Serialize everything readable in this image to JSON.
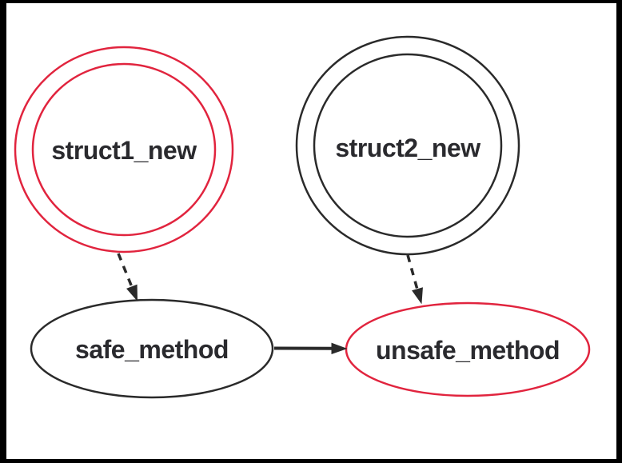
{
  "diagram": {
    "kind": "call-graph",
    "background": "#ffffff",
    "frame_color": "#000000",
    "colors": {
      "red": "#e1243e",
      "black": "#2a2a2a",
      "text": "#2a2a2e"
    },
    "nodes": [
      {
        "id": "struct1_new",
        "label": "struct1_new",
        "shape": "doublecircle",
        "stroke": "red"
      },
      {
        "id": "struct2_new",
        "label": "struct2_new",
        "shape": "doublecircle",
        "stroke": "black"
      },
      {
        "id": "safe_method",
        "label": "safe_method",
        "shape": "ellipse",
        "stroke": "black"
      },
      {
        "id": "unsafe_method",
        "label": "unsafe_method",
        "shape": "ellipse",
        "stroke": "red"
      }
    ],
    "edges": [
      {
        "from": "struct1_new",
        "to": "safe_method",
        "style": "dashed"
      },
      {
        "from": "struct2_new",
        "to": "unsafe_method",
        "style": "dashed"
      },
      {
        "from": "safe_method",
        "to": "unsafe_method",
        "style": "solid"
      }
    ]
  }
}
